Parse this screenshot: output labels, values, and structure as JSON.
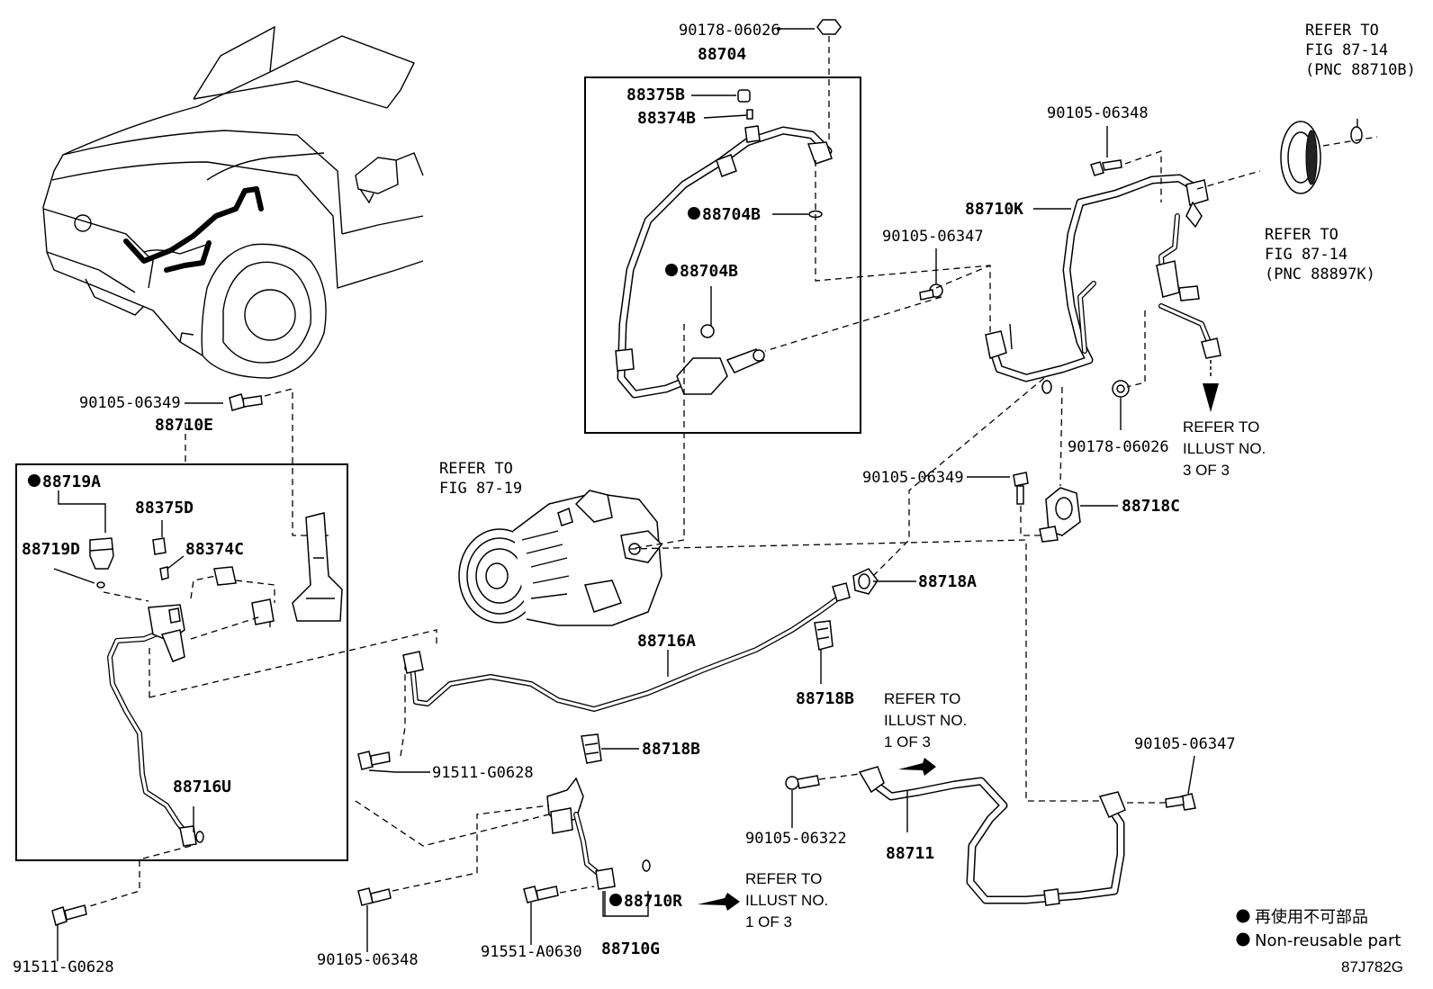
{
  "labels": {
    "p90178_top": "90178-06026",
    "p88704": "88704",
    "p88375B": "88375B",
    "p88374B": "88374B",
    "p88704B_a": "88704B",
    "p88704B_b": "88704B",
    "p90105_06348_top": "90105-06348",
    "p88710K": "88710K",
    "p90105_06347_a": "90105-06347",
    "p90178_right": "90178-06026",
    "p90105_06349_right": "90105-06349",
    "p88718C": "88718C",
    "p90105_06349_left": "90105-06349",
    "p88710E": "88710E",
    "p88719A": "88719A",
    "p88375D": "88375D",
    "p88719D": "88719D",
    "p88374C": "88374C",
    "p88716U": "88716U",
    "p88718A": "88718A",
    "p88716A": "88716A",
    "p88718B_a": "88718B",
    "p88718B_b": "88718B",
    "p91511_mid": "91511-G0628",
    "p90105_06347_b": "90105-06347",
    "p90105_06322": "90105-06322",
    "p88711": "88711",
    "p88710R": "88710R",
    "p88710G": "88710G",
    "p91511_bottom": "91511-G0628",
    "p90105_06348_bottom": "90105-06348",
    "p91551": "91551-A0630"
  },
  "refers": {
    "fig8714a": [
      "REFER TO",
      "FIG 87-14",
      "(PNC 88710B)"
    ],
    "fig8714b": [
      "REFER TO",
      "FIG 87-14",
      "(PNC 88897K)"
    ],
    "fig8719": [
      "REFER TO",
      "FIG 87-19"
    ],
    "illust3": [
      "REFER TO",
      "ILLUST NO.",
      "3 OF 3"
    ],
    "illust1a": [
      "REFER TO",
      "ILLUST NO.",
      "1 OF 3"
    ],
    "illust1b": [
      "REFER TO",
      "ILLUST NO.",
      "1 OF 3"
    ]
  },
  "legend": {
    "line1": "再使用不可部品",
    "line2": "Non-reusable part"
  },
  "figure_code": "87J782G"
}
